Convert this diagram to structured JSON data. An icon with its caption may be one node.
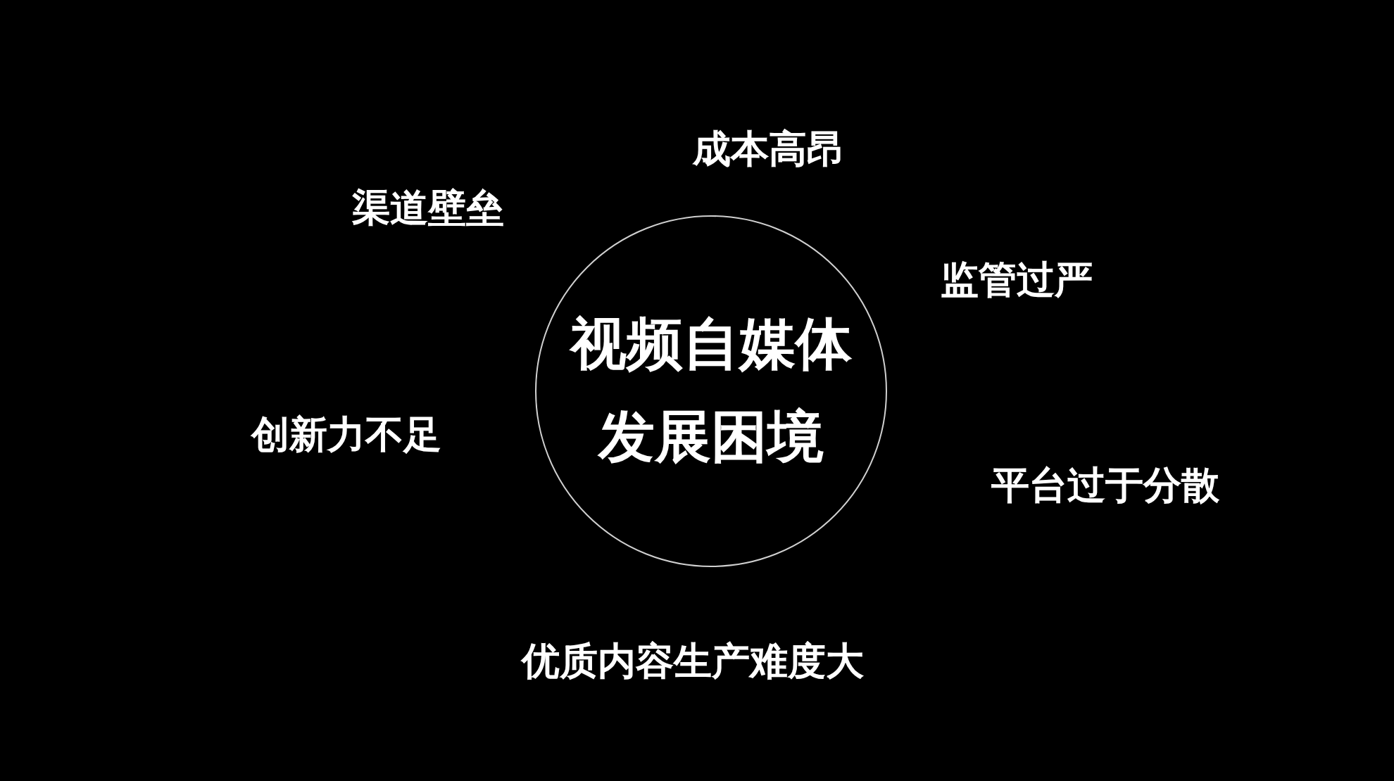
{
  "diagram": {
    "nodes": [
      {
        "text": [
          "视频自媒体发展困境"
        ]
      }
    ],
    "edges": [],
    "labels": [
      "成本高昂",
      "渠道壁垒",
      "监管过严",
      "创新力不足",
      "平台过于分散",
      "优质内容生产难度大"
    ]
  }
}
